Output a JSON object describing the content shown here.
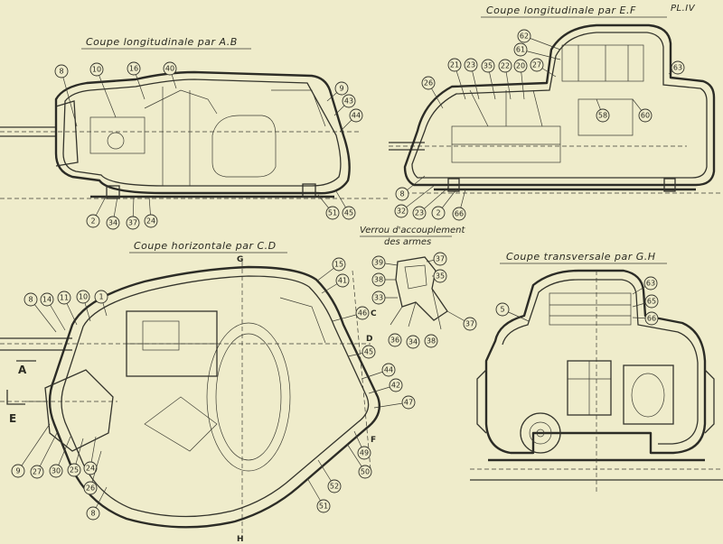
{
  "sheet": {
    "corner_mark": "PL.IV",
    "background": "#efeccb",
    "ink": "#2c2c26"
  },
  "views": {
    "long_ab": {
      "title": "Coupe longitudinale par A.B",
      "callouts": [
        "8",
        "10",
        "16",
        "40",
        "9",
        "43",
        "44",
        "2",
        "34",
        "37",
        "24",
        "51",
        "45"
      ]
    },
    "long_ef": {
      "title": "Coupe longitudinale par E.F",
      "callouts": [
        "62",
        "61",
        "21",
        "23",
        "35",
        "22",
        "20",
        "26",
        "27",
        "63",
        "8",
        "32",
        "23",
        "2",
        "66",
        "58",
        "60"
      ]
    },
    "horiz_cd": {
      "title": "Coupe horizontale par C.D",
      "callouts": [
        "8",
        "14",
        "11",
        "10",
        "1",
        "15",
        "41",
        "46",
        "45",
        "44",
        "42",
        "47",
        "9",
        "27",
        "30",
        "25",
        "24",
        "26",
        "8",
        "49",
        "50",
        "52",
        "51"
      ],
      "letters": {
        "A": "A",
        "E": "E",
        "C": "C",
        "D": "D",
        "F": "F",
        "H": "H",
        "G": "G"
      }
    },
    "lock": {
      "caption_1": "Verrou d'accouplement",
      "caption_2": "des armes",
      "callouts": [
        "39",
        "38",
        "33",
        "37",
        "35",
        "36",
        "34",
        "38",
        "37"
      ]
    },
    "trans_gh": {
      "title": "Coupe transversale par G.H",
      "callouts": [
        "5",
        "63",
        "65",
        "66"
      ]
    }
  }
}
